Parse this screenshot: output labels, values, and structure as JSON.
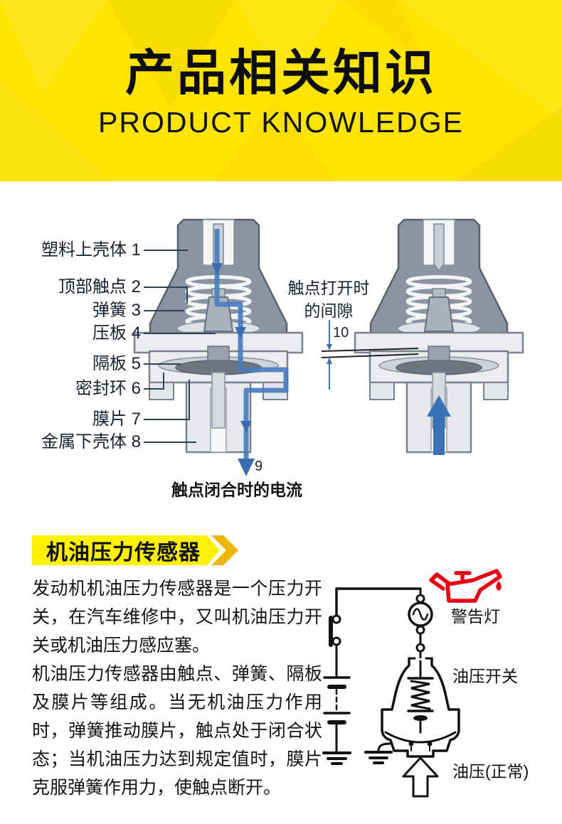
{
  "header": {
    "title": "产品相关知识",
    "subtitle": "PRODUCT KNOWLEDGE",
    "bg_color": "#ffe400",
    "text_color": "#0d0d0d"
  },
  "diagram": {
    "part_labels": [
      "塑料上壳体 1",
      "顶部触点 2",
      "弹簧 3",
      "压板 4",
      "隔板 5",
      "密封环 6",
      "膜片 7",
      "金属下壳体 8"
    ],
    "flow_number": "9",
    "flow_caption": "触点闭合时的电流",
    "gap_label": [
      "触点打开时",
      "的间隙"
    ],
    "gap_value": "10",
    "flow_color": "#4a7dc0"
  },
  "section_banner": {
    "label": "机油压力传感器",
    "bg_color": "#fff100",
    "chevron_color": "#eeb500"
  },
  "article": {
    "paragraphs": [
      "发动机机油压力传感器是一个压力开关，在汽车维修中，又叫机油压力开关或机油压力感应塞。",
      "机油压力传感器由触点、弹簧、隔板及膜片等组成。当无机油压力作用时，弹簧推动膜片，触点处于闭合状态；当机油压力达到规定值时，膜片克服弹簧作用力，使触点断开。"
    ]
  },
  "circuit": {
    "warning_light_label": "警告灯",
    "oil_switch_label": "油压开关",
    "oil_pressure_label": "油压(正常)",
    "warning_icon": "oil-can-warning-icon",
    "warning_color": "#e60012",
    "wire_color": "#111111"
  }
}
